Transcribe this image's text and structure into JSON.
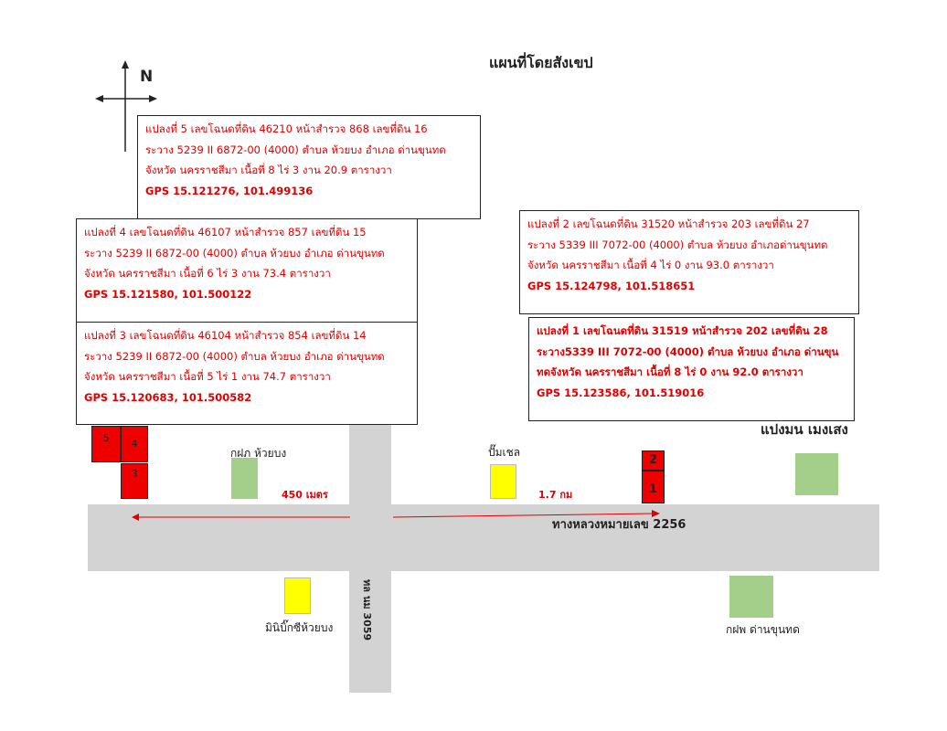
{
  "title": "แผนที่โดยสังเขป",
  "compass": {
    "label": "N"
  },
  "parcels": [
    {
      "id": "parcel-5",
      "lines": [
        "แปลงที่ 5 เลขโฉนดที่ดิน 46210 หน้าสำรวจ 868 เลขที่ดิน 16",
        "ระวาง 5239 II 6872-00 (4000) ตำบล ห้วยบง อำเภอ ด่านขุนทด",
        "จังหวัด นครราชสีมา เนื้อที่ 8 ไร่ 3 งาน 20.9 ตารางวา"
      ],
      "gps": "GPS 15.121276, 101.499136"
    },
    {
      "id": "parcel-4",
      "lines": [
        "แปลงที่ 4 เลขโฉนดที่ดิน 46107 หน้าสำรวจ 857 เลขที่ดิน 15",
        "ระวาง 5239 II 6872-00 (4000) ตำบล ห้วยบง อำเภอ ด่านขุนทด",
        "จังหวัด นครราชสีมา เนื้อที่ 6 ไร่ 3 งาน 73.4 ตารางวา"
      ],
      "gps": "GPS 15.121580, 101.500122"
    },
    {
      "id": "parcel-3",
      "lines": [
        "แปลงที่ 3 เลขโฉนดที่ดิน 46104 หน้าสำรวจ 854 เลขที่ดิน 14",
        "ระวาง 5239 II 6872-00 (4000) ตำบล ห้วยบง อำเภอ ด่านขุนทด",
        "จังหวัด นครราชสีมา เนื้อที่ 5 ไร่ 1 งาน 74.7 ตารางวา"
      ],
      "gps": "GPS 15.120683, 101.500582"
    },
    {
      "id": "parcel-2",
      "lines": [
        "แปลงที่ 2 เลขโฉนดที่ดิน 31520 หน้าสำรวจ 203 เลขที่ดิน 27",
        "ระวาง 5339 III 7072-00 (4000) ตำบล ห้วยบง อำเภอด่านขุนทด",
        "จังหวัด นครราชสีมา เนื้อที่ 4 ไร่ 0 งาน 93.0 ตารางวา"
      ],
      "gps": "GPS 15.124798, 101.518651"
    },
    {
      "id": "parcel-1",
      "lines": [
        "แปลงที่ 1 เลขโฉนดที่ดิน 31519 หน้าสำรวจ 202 เลขที่ดิน 28",
        "ระวาง5339 III 7072-00 (4000) ตำบล ห้วยบง อำเภอ ด่านขุน",
        "ทดจังหวัด นครราชสีมา เนื้อที่ 8 ไร่ 0 งาน 92.0 ตารางวา"
      ],
      "gps": "GPS 15.123586, 101.519016"
    }
  ],
  "lots": {
    "lot5": "5",
    "lot4": "4",
    "lot3": "3",
    "lot2": "2",
    "lot1": "1"
  },
  "places": {
    "pea_huaybong": "กฝภ ห้วยบง",
    "gas_station": "ปั๊มเชล",
    "mini_bigc": "มินิบิ๊กซีห้วยบง",
    "pea_dankhuntot": "กฝพ ด่านขุนทด",
    "paeng_mon": "แปงมน เมงเสง"
  },
  "distances": {
    "west": "450 เมตร",
    "east": "1.7 กม"
  },
  "roads": {
    "highway": "ทางหลวงหมายเลข 2256",
    "local": "ทล นม 3059"
  },
  "colors": {
    "lot_red": "#ee0000",
    "text_red": "#e00000",
    "road_gray": "#d3d3d3",
    "landmark_green": "#a3cf8b",
    "landmark_yellow": "#ffff00"
  }
}
